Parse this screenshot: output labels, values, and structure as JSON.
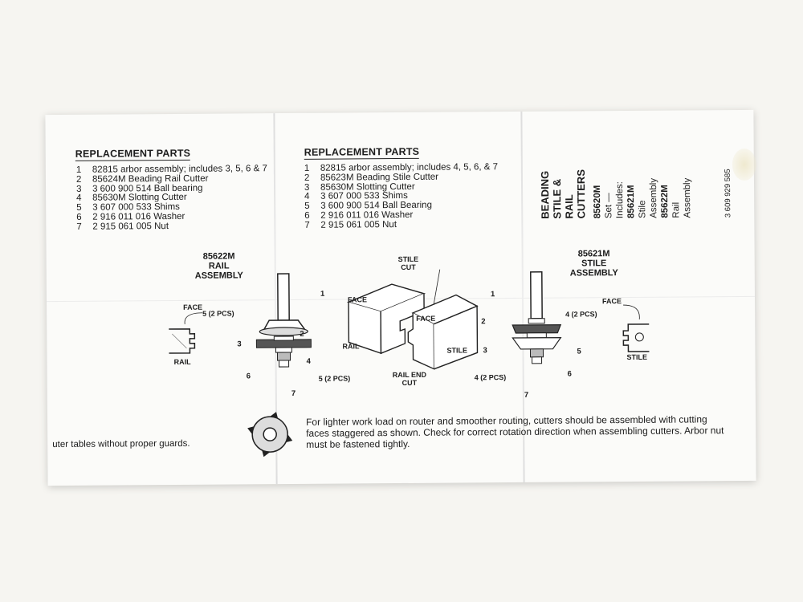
{
  "left_panel": {
    "heading": "REPLACEMENT PARTS",
    "parts": [
      {
        "num": "1",
        "text": "82815 arbor assembly; includes 3, 5, 6 & 7"
      },
      {
        "num": "2",
        "text": "85624M Beading Rail Cutter"
      },
      {
        "num": "3",
        "text": "3 600 900 514 Ball bearing"
      },
      {
        "num": "4",
        "text": "85630M Slotting Cutter"
      },
      {
        "num": "5",
        "text": "3 607 000 533 Shims"
      },
      {
        "num": "6",
        "text": "2 916 011 016 Washer"
      },
      {
        "num": "7",
        "text": "2 915 061 005 Nut"
      }
    ],
    "assembly_title": [
      "85622M",
      "RAIL",
      "ASSEMBLY"
    ],
    "labels": {
      "face": "FACE",
      "rail": "RAIL",
      "n1": "1",
      "n2": "2",
      "n3": "3",
      "n4": "4",
      "n5": "5 (2 PCS)",
      "n5b": "5 (2 PCS)",
      "n6": "6",
      "n7": "7"
    },
    "warning": "uter tables without proper guards."
  },
  "middle_panel": {
    "heading": "REPLACEMENT PARTS",
    "parts": [
      {
        "num": "1",
        "text": "82815 arbor assembly; includes 4, 5, 6, & 7"
      },
      {
        "num": "2",
        "text": "85623M Beading Stile Cutter"
      },
      {
        "num": "3",
        "text": "85630M Slotting Cutter"
      },
      {
        "num": "4",
        "text": "3 607 000 533 Shims"
      },
      {
        "num": "5",
        "text": "3 600 900 514 Ball Bearing"
      },
      {
        "num": "6",
        "text": "2 916 011 016 Washer"
      },
      {
        "num": "7",
        "text": "2 915 061 005 Nut"
      }
    ],
    "labels": {
      "stile_cut": [
        "STILE",
        "CUT"
      ],
      "face_left": "FACE",
      "face_center": "FACE",
      "rail": "RAIL",
      "stile": "STILE",
      "rail_end_cut": [
        "RAIL END",
        "CUT"
      ]
    },
    "note": "For lighter work load on router and smoother routing, cutters should be assembled with cutting faces staggered as shown. Check for correct rotation direction when assembling cutters. Arbor nut must be fastened tightly."
  },
  "right_panel": {
    "assembly_title": [
      "85621M",
      "STILE",
      "ASSEMBLY"
    ],
    "labels": {
      "face": "FACE",
      "stile": "STILE",
      "n1": "1",
      "n2": "2",
      "n3": "3",
      "n4": "4 (2 PCS)",
      "n4b": "4 (2 PCS)",
      "n5": "5",
      "n6": "6",
      "n7": "7"
    },
    "vertical_title": [
      "BEADING",
      "STILE &",
      "RAIL",
      "CUTTERS"
    ],
    "vertical_set": [
      "85620M",
      "Set —",
      "Includes:",
      "85621M",
      "Stile",
      "Assembly",
      "85622M",
      "Rail",
      "Assembly"
    ],
    "part_number": "3 609 929 585"
  }
}
